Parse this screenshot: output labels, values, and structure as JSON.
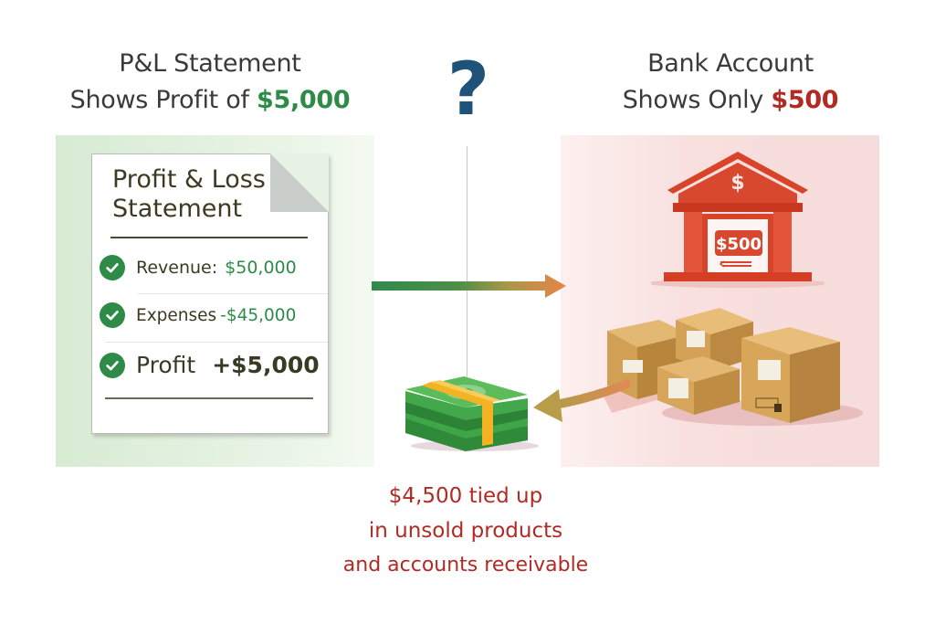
{
  "left_header": {
    "line1": "P&L Statement",
    "line2_prefix": "Shows Profit of ",
    "line2_amount": "$5,000",
    "amount_color": "#2e8b47"
  },
  "right_header": {
    "line1": "Bank Account",
    "line2_prefix": "Shows Only ",
    "line2_amount": "$500",
    "amount_color": "#b22a24"
  },
  "center": {
    "question_mark": "?"
  },
  "pl_statement": {
    "title_line1": "Profit & Loss",
    "title_line2": "Statement",
    "items": [
      {
        "label": "Revenue:",
        "value": "$50,000",
        "icon": "check-circle-icon"
      },
      {
        "label": "Expenses",
        "value": "-$45,000",
        "icon": "check-circle-icon"
      },
      {
        "label": "Profit",
        "value": "+$5,000",
        "icon": "check-circle-icon"
      }
    ]
  },
  "bank": {
    "balance_label": "$500",
    "icon": "bank-building-icon",
    "symbol": "$"
  },
  "inventory": {
    "icon": "cardboard-boxes-icon"
  },
  "cash": {
    "icon": "money-stack-icon"
  },
  "caption": {
    "line1": "$4,500 tied up",
    "line2": "in unsold products",
    "line3": "and accounts receivable",
    "color": "#b22a24"
  },
  "colors": {
    "green_accent": "#2e8b47",
    "red_accent": "#b22a24",
    "question_mark": "#1f5278",
    "bank_red": "#d9452b",
    "box_tan": "#d6a560"
  }
}
